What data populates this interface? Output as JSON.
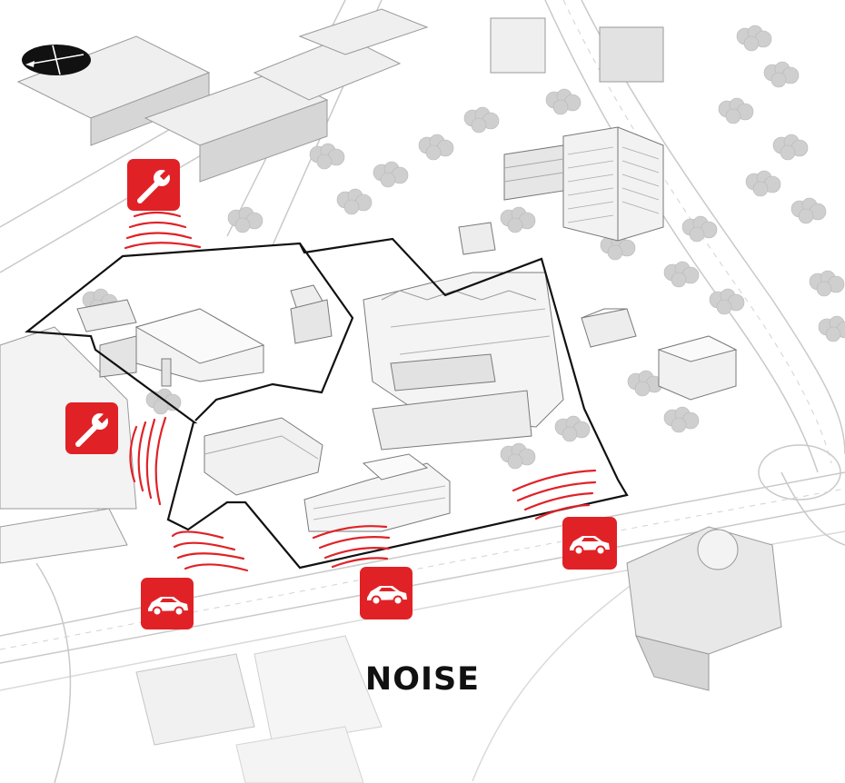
{
  "title": "NOISE",
  "colors": {
    "accent": "#e02227",
    "boundary": "#111111",
    "tree": "#c8c8c8",
    "building": "#eeeeee",
    "road": "#bdbdbd"
  },
  "noise_sources": [
    {
      "icon": "wrench-icon",
      "type": "machinery"
    },
    {
      "icon": "wrench-icon",
      "type": "machinery"
    },
    {
      "icon": "car-icon",
      "type": "traffic"
    },
    {
      "icon": "car-icon",
      "type": "traffic"
    },
    {
      "icon": "car-icon",
      "type": "traffic"
    }
  ],
  "compass": {
    "icon": "compass-icon"
  }
}
